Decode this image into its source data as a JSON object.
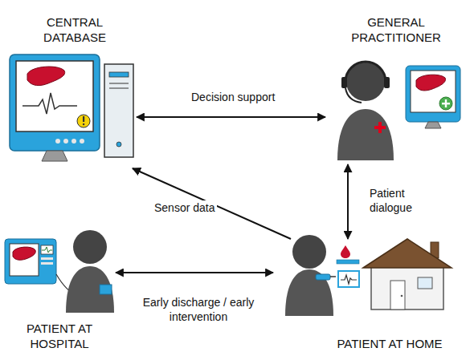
{
  "diagram": {
    "nodes": [
      {
        "text": [
          "CENTRAL DATABASE"
        ]
      },
      {
        "text": [
          "GENERAL PRACTITIONER"
        ]
      },
      {
        "text": [
          "PATIENT AT HOSPITAL"
        ]
      },
      {
        "text": [
          "PATIENT AT HOME"
        ]
      }
    ],
    "edges": [
      {
        "from": 0,
        "to": 1,
        "label": "Decision support",
        "arrow": "both"
      },
      {
        "from": 3,
        "to": 0,
        "label": "Sensor data",
        "arrow": "to"
      },
      {
        "from": 1,
        "to": 3,
        "label": "Patient dialogue",
        "arrow": "both"
      },
      {
        "from": 2,
        "to": 3,
        "label": "Early discharge / early intervention",
        "arrow": "both"
      }
    ]
  }
}
